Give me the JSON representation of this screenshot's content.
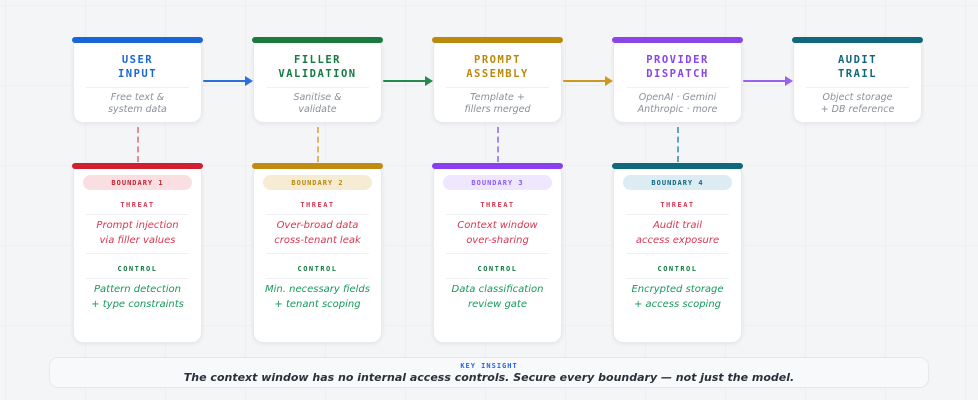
{
  "diagram": {
    "stages": [
      {
        "name": "user-input",
        "title_lines": [
          "USER",
          "INPUT"
        ],
        "subtitle_lines": [
          "Free text &",
          "system data"
        ],
        "color": "#1b66d6"
      },
      {
        "name": "filler-validation",
        "title_lines": [
          "FILLER",
          "VALIDATION"
        ],
        "subtitle_lines": [
          "Sanitise &",
          "validate"
        ],
        "color": "#1b7a3e"
      },
      {
        "name": "prompt-assembly",
        "title_lines": [
          "PROMPT",
          "ASSEMBLY"
        ],
        "subtitle_lines": [
          "Template +",
          "fillers merged"
        ],
        "color": "#bb8a0c"
      },
      {
        "name": "provider-dispatch",
        "title_lines": [
          "PROVIDER",
          "DISPATCH"
        ],
        "subtitle_lines": [
          "OpenAI · Gemini",
          "Anthropic · more"
        ],
        "color": "#8a45e6"
      },
      {
        "name": "audit-trail",
        "title_lines": [
          "AUDIT",
          "TRAIL"
        ],
        "subtitle_lines": [
          "Object storage",
          "+ DB reference"
        ],
        "color": "#10687c"
      }
    ],
    "arrows": [
      {
        "from": "user-input",
        "to": "filler-validation",
        "color": "#2e6fdb"
      },
      {
        "from": "filler-validation",
        "to": "prompt-assembly",
        "color": "#258a4e"
      },
      {
        "from": "prompt-assembly",
        "to": "provider-dispatch",
        "color": "#cc9a1f"
      },
      {
        "from": "provider-dispatch",
        "to": "audit-trail",
        "color": "#9a63ee"
      }
    ],
    "boundaries": [
      {
        "label": "BOUNDARY 1",
        "color": "#cf1f31",
        "threat_label": "THREAT",
        "threat_lines": [
          "Prompt injection",
          "via filler values"
        ],
        "control_label": "CONTROL",
        "control_lines": [
          "Pattern detection",
          "+ type constraints"
        ]
      },
      {
        "label": "BOUNDARY 2",
        "color": "#bf8b10",
        "threat_label": "THREAT",
        "threat_lines": [
          "Over-broad data",
          "cross-tenant leak"
        ],
        "control_label": "CONTROL",
        "control_lines": [
          "Min. necessary fields",
          "+ tenant scoping"
        ]
      },
      {
        "label": "BOUNDARY 3",
        "color": "#8b3df0",
        "threat_label": "THREAT",
        "threat_lines": [
          "Context window",
          "over-sharing"
        ],
        "control_label": "CONTROL",
        "control_lines": [
          "Data classification",
          "review gate"
        ]
      },
      {
        "label": "BOUNDARY 4",
        "color": "#10687c",
        "threat_label": "THREAT",
        "threat_lines": [
          "Audit trail",
          "access exposure"
        ],
        "control_label": "CONTROL",
        "control_lines": [
          "Encrypted storage",
          "+ access scoping"
        ]
      }
    ],
    "insight": {
      "label": "KEY INSIGHT",
      "text": "The context window has no internal access controls. Secure every boundary — not just the model."
    },
    "colors": {
      "threat_text": "#d93652",
      "control_text": "#17995c",
      "insight_label": "#2563eb",
      "background": "#f4f5f7"
    }
  }
}
